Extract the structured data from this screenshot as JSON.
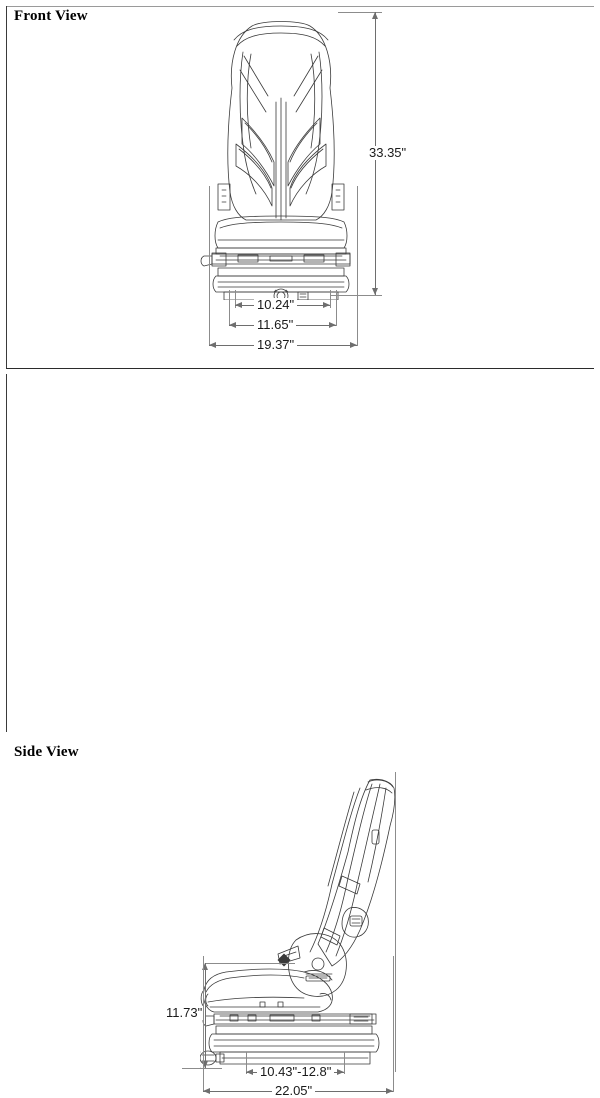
{
  "document": {
    "type": "technical-drawing",
    "background_color": "#ffffff",
    "line_color": "#333333",
    "dimension_color": "#6e6e6e"
  },
  "panels": [
    {
      "id": "front",
      "title": "Front View",
      "subject": "suspension seat assembly, front elevation"
    },
    {
      "id": "side",
      "title": "Side View",
      "subject": "suspension seat assembly, side elevation"
    }
  ],
  "dimensions": {
    "front": [
      {
        "name": "overall-height",
        "value": "33.35\"",
        "orientation": "vertical"
      },
      {
        "name": "inner-base-width",
        "value": "10.24\"",
        "orientation": "horizontal"
      },
      {
        "name": "mid-base-width",
        "value": "11.65\"",
        "orientation": "horizontal"
      },
      {
        "name": "overall-width",
        "value": "19.37\"",
        "orientation": "horizontal"
      }
    ],
    "side": [
      {
        "name": "seat-height",
        "value": "11.73\"",
        "orientation": "vertical"
      },
      {
        "name": "rail-travel-range",
        "value": "10.43\"-12.8\"",
        "orientation": "horizontal"
      },
      {
        "name": "overall-depth",
        "value": "22.05\"",
        "orientation": "horizontal"
      }
    ]
  }
}
